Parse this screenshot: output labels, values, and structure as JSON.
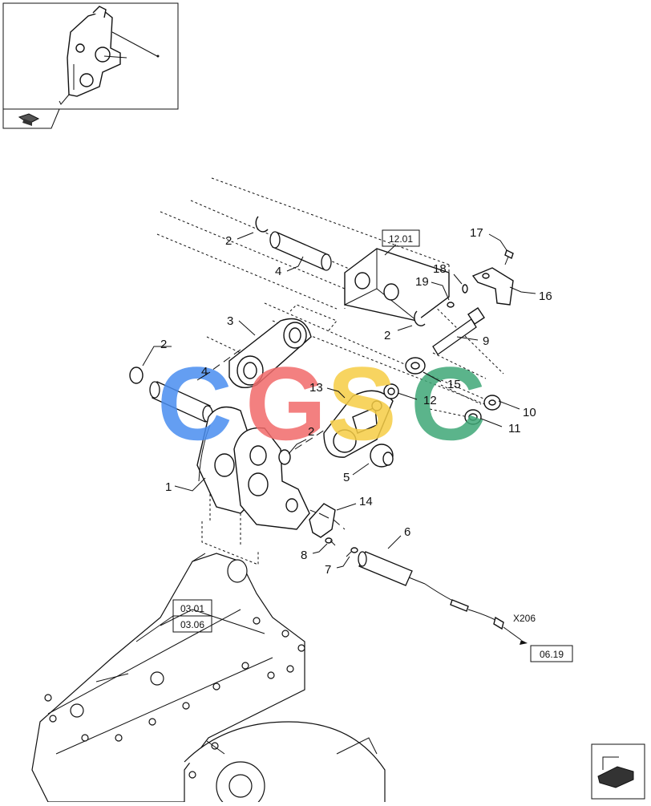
{
  "callouts": {
    "c1": "1",
    "c2a": "2",
    "c2b": "2",
    "c2c": "2",
    "c2d": "2",
    "c3": "3",
    "c4a": "4",
    "c4b": "4",
    "c5": "5",
    "c6": "6",
    "c7": "7",
    "c8": "8",
    "c9": "9",
    "c10": "10",
    "c11": "11",
    "c12": "12",
    "c13": "13",
    "c14": "14",
    "c15": "15",
    "c16": "16",
    "c17": "17",
    "c18": "18",
    "c19": "19"
  },
  "references": {
    "r1201": "12.01",
    "r0301": "03.01",
    "r0306": "03.06",
    "r0619": "06.19",
    "connector": "X206"
  },
  "watermark": {
    "letters": [
      "C",
      "G",
      "S",
      "C"
    ],
    "colors": [
      "#4a8ef0",
      "#f26b6b",
      "#f6cd45",
      "#3fa877"
    ]
  },
  "colors": {
    "line": "#111111",
    "background": "#ffffff"
  }
}
